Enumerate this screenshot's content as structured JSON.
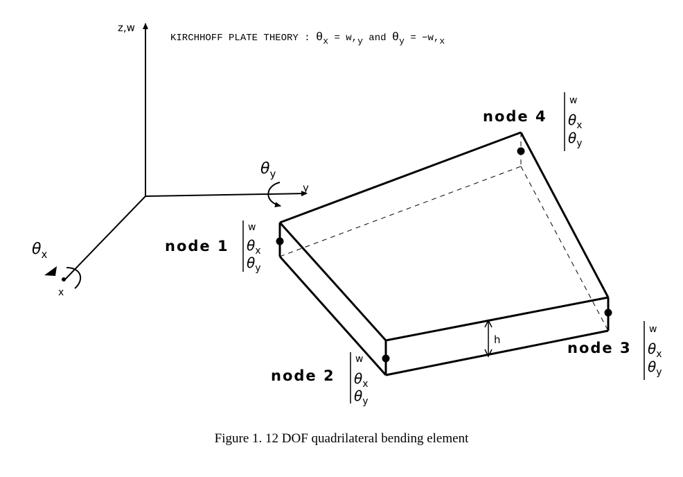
{
  "header": {
    "prefix": "KIRCHHOFF PLATE THEORY : ",
    "theta": "θ",
    "x_sub": "x",
    "eq1_mid": " = w,",
    "y_sub": "y",
    "and_text": " and ",
    "eq2_mid": " = −w,"
  },
  "axes": {
    "z_label": "z,w",
    "y_label": "y",
    "x_label": "x",
    "theta": "θ",
    "rot_y_sub": "y",
    "rot_x_sub": "x"
  },
  "dof": {
    "w": "w",
    "theta": "θ",
    "x_sub": "x",
    "y_sub": "y"
  },
  "nodes": {
    "node1": "node 1",
    "node2": "node 2",
    "node3": "node 3",
    "node4": "node 4"
  },
  "thickness_label": "h",
  "caption": "Figure 1. 12 DOF quadrilateral bending element"
}
